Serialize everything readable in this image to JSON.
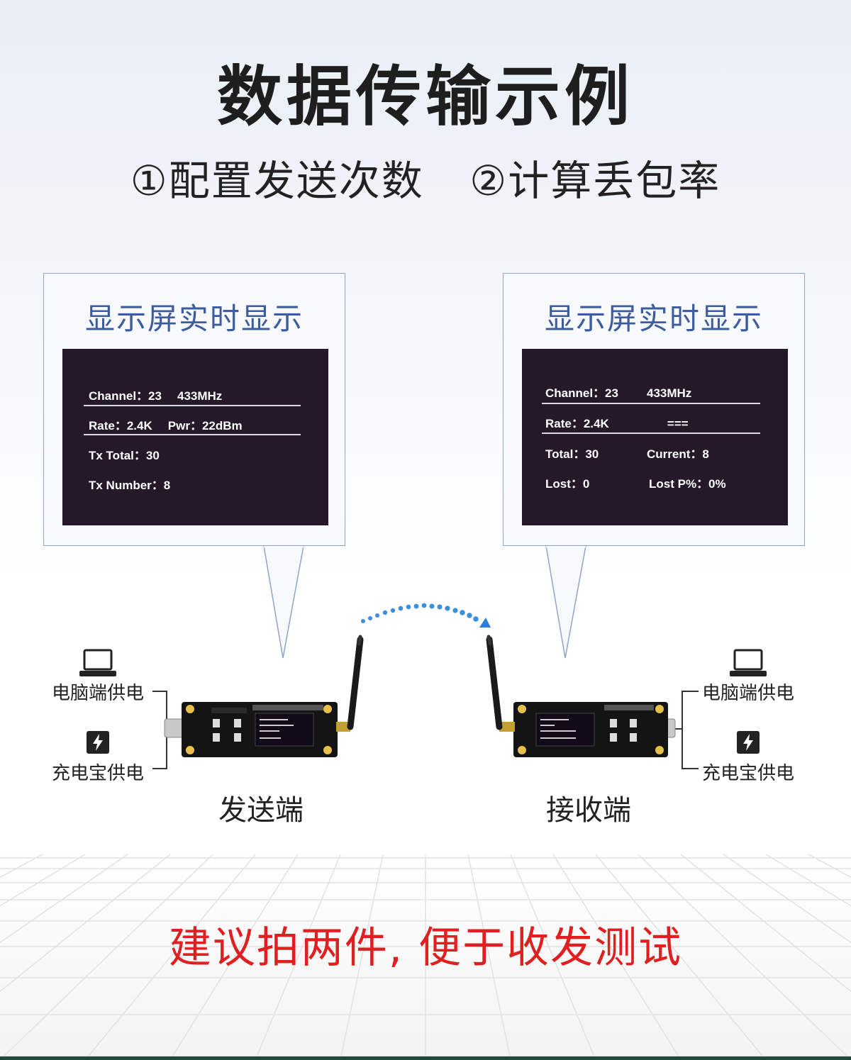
{
  "header": {
    "title": "数据传输示例",
    "subtitle_1": "①配置发送次数",
    "subtitle_2": "②计算丢包率"
  },
  "sender_panel": {
    "title": "显示屏实时显示",
    "channel": "Channel：23",
    "freq": "433MHz",
    "rate": "Rate：2.4K",
    "pwr": "Pwr：22dBm",
    "tx_total": "Tx Total：30",
    "tx_number": "Tx Number：8"
  },
  "receiver_panel": {
    "title": "显示屏实时显示",
    "channel": "Channel：23",
    "freq": "433MHz",
    "rate": "Rate：2.4K",
    "status": "===",
    "total": "Total：30",
    "current": "Current：8",
    "lost": "Lost：0",
    "lost_pct": "Lost P%：0%"
  },
  "power_options": {
    "pc": "电脑端供电",
    "powerbank": "充电宝供电"
  },
  "boards": {
    "sender_label": "发送端",
    "receiver_label": "接收端"
  },
  "footer": {
    "note": "建议拍两件, 便于收发测试"
  },
  "colors": {
    "panel_title": "#3d5ca0",
    "screen_bg": "#241829",
    "arc_dots": "#3a8fe0",
    "note_red": "#e02020"
  }
}
